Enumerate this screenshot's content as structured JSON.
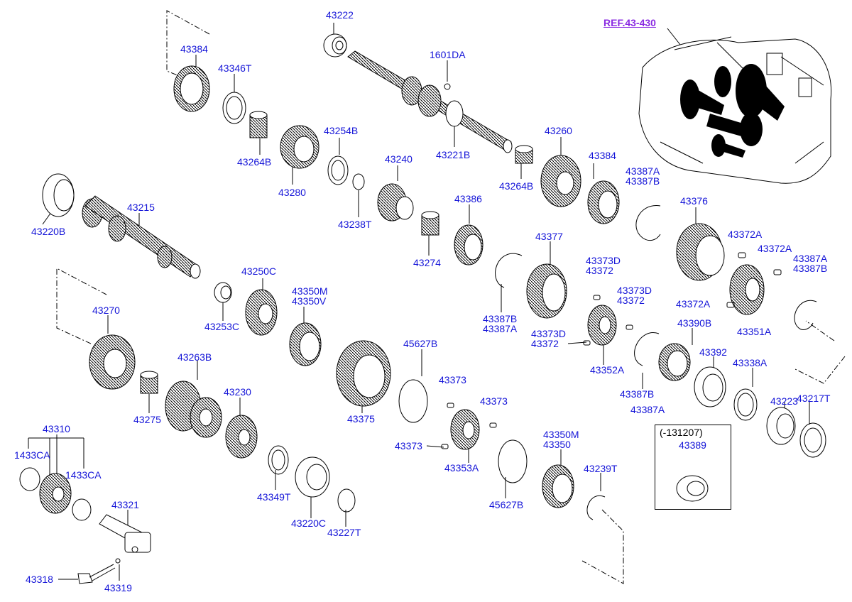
{
  "diagram": {
    "ref_label": "REF.43-430",
    "inset": {
      "date_label": "(-131207)",
      "part": "43389"
    },
    "parts": {
      "p43384a": "43384",
      "p43346t": "43346T",
      "p43222": "43222",
      "p1601da": "1601DA",
      "p43264b_a": "43264B",
      "p43254b": "43254B",
      "p43280": "43280",
      "p43238t": "43238T",
      "p43240": "43240",
      "p43221b": "43221B",
      "p43260": "43260",
      "p43264b_b": "43264B",
      "p43384b": "43384",
      "p43387a_top": "43387A",
      "p43387b_top": "43387B",
      "p43376": "43376",
      "p43372a_1": "43372A",
      "p43372a_2": "43372A",
      "p43387a_r": "43387A",
      "p43387b_r": "43387B",
      "p43220b": "43220B",
      "p43215": "43215",
      "p43386": "43386",
      "p43274": "43274",
      "p43377": "43377",
      "p43373d_1": "43373D",
      "p43372_1": "43372",
      "p43373d_2": "43373D",
      "p43372_2": "43372",
      "p43372a_3": "43372A",
      "p43351a": "43351A",
      "p43250c": "43250C",
      "p43253c": "43253C",
      "p43350m_1": "43350M",
      "p43350v": "43350V",
      "p43387b_mid": "43387B",
      "p43387a_mid": "43387A",
      "p43373d_3": "43373D",
      "p43372_3": "43372",
      "p43352a": "43352A",
      "p43390b": "43390B",
      "p43392": "43392",
      "p43387b_low": "43387B",
      "p43387a_low": "43387A",
      "p43270": "43270",
      "p43263b": "43263B",
      "p45627b_1": "45627B",
      "p43338a": "43338A",
      "p43223": "43223",
      "p43217t": "43217T",
      "p43373_1": "43373",
      "p43373_2": "43373",
      "p43373_3": "43373",
      "p43275": "43275",
      "p43230": "43230",
      "p43375": "43375",
      "p43353a": "43353A",
      "p43310": "43310",
      "p1433ca_1": "1433CA",
      "p1433ca_2": "1433CA",
      "p43350m_2": "43350M",
      "p43350": "43350",
      "p43239t": "43239T",
      "p43349t": "43349T",
      "p43220c": "43220C",
      "p43227t": "43227T",
      "p45627b_2": "45627B",
      "p43321": "43321",
      "p43318": "43318",
      "p43319": "43319"
    }
  }
}
